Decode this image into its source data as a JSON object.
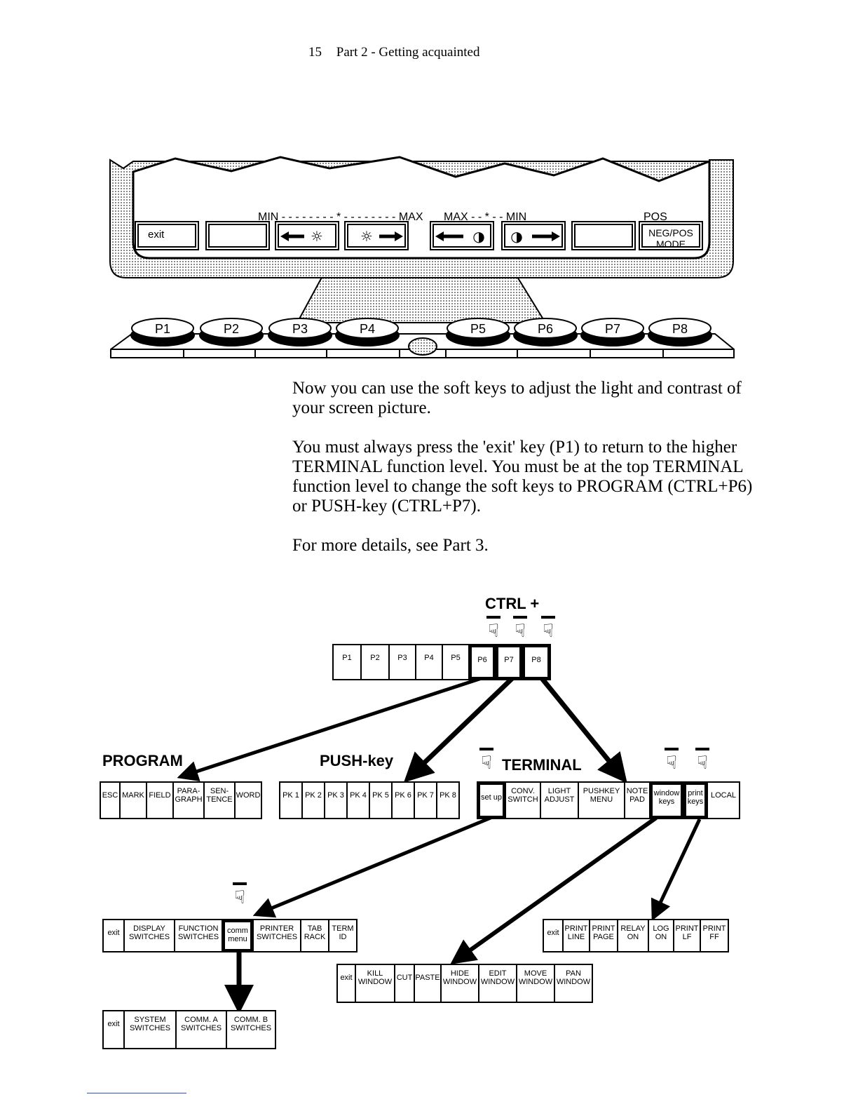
{
  "header": {
    "page_number": "15",
    "title": "Part 2 - Getting acquainted"
  },
  "monitor": {
    "scale_light": "MIN - - - - - - - - * - - - - - - - - MAX",
    "scale_contrast": "MAX - - * - - MIN",
    "pos_label": "POS",
    "soft_keys": [
      "exit",
      "",
      "light-down-icon",
      "light-up-icon",
      "contrast-down-icon",
      "contrast-up-icon",
      "",
      "NEG/POS MODE"
    ],
    "physical_keys": [
      "P1",
      "P2",
      "P3",
      "P4",
      "P5",
      "P6",
      "P7",
      "P8"
    ]
  },
  "text": {
    "p1": "Now you can use the soft keys to adjust the light and contrast of your screen picture.",
    "p2": "You must always press the 'exit' key (P1) to return to the higher TERMINAL function level. You must be at the top TERMINAL function level to change the soft keys to PROGRAM (CTRL+P6) or PUSH-key (CTRL+P7).",
    "p3": "For more details, see Part 3."
  },
  "diagram": {
    "ctrl_label": "CTRL +",
    "top_keys": [
      "P1",
      "P2",
      "P3",
      "P4",
      "P5",
      "P6",
      "P7",
      "P8"
    ],
    "program_label": "PROGRAM",
    "program_keys": [
      "ESC",
      "MARK",
      "FIELD",
      "PARA-\nGRAPH",
      "SEN-\nTENCE",
      "WORD"
    ],
    "pushkey_label": "PUSH-key",
    "pushkey_keys": [
      "PK 1",
      "PK 2",
      "PK 3",
      "PK 4",
      "PK 5",
      "PK 6",
      "PK 7",
      "PK 8"
    ],
    "terminal_label": "TERMINAL",
    "terminal_keys": [
      "set up",
      "CONV.\nSWITCH",
      "LIGHT\nADJUST",
      "PUSHKEY\nMENU",
      "NOTE\nPAD",
      "window\nkeys",
      "print\nkeys",
      "LOCAL"
    ],
    "setup_keys": [
      "exit",
      "DISPLAY\nSWITCHES",
      "FUNCTION\nSWITCHES",
      "comm\nmenu",
      "PRINTER\nSWITCHES",
      "TAB\nRACK",
      "TERM\nID"
    ],
    "comm_keys": [
      "exit",
      "SYSTEM\nSWITCHES",
      "COMM. A\nSWITCHES",
      "COMM. B\nSWITCHES"
    ],
    "window_keys": [
      "exit",
      "KILL\nWINDOW",
      "CUT",
      "PASTE",
      "HIDE\nWINDOW",
      "EDIT\nWINDOW",
      "MOVE\nWINDOW",
      "PAN\nWINDOW"
    ],
    "print_keys": [
      "exit",
      "PRINT\nLINE",
      "PRINT\nPAGE",
      "RELAY\nON",
      "LOG\nON",
      "PRINT\nLF",
      "PRINT\nFF"
    ]
  }
}
